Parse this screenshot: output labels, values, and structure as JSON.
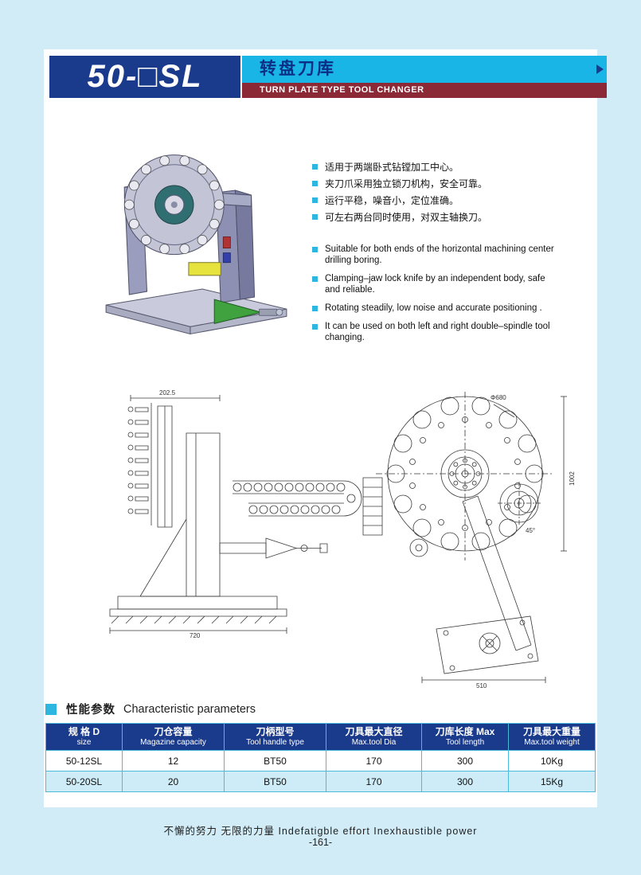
{
  "colors": {
    "page_background": "#d2ecf7",
    "navy": "#1a3a8c",
    "cyan": "#18b5e6",
    "maroon": "#8c2936",
    "table_row_alt": "#cdecf7",
    "table_border": "#4ab9da"
  },
  "header": {
    "model": "50-□SL",
    "title_cn": "转盘刀库",
    "title_en": "TURN PLATE TYPE TOOL CHANGER"
  },
  "features_cn": [
    "适用于两端卧式钻镗加工中心。",
    "夹刀爪采用独立锁刀机构，安全可靠。",
    "运行平稳，噪音小，定位准确。",
    "可左右两台同时使用，对双主轴换刀。"
  ],
  "features_en": [
    "Suitable for both ends of the horizontal machining center drilling boring.",
    "Clamping–jaw lock knife by an independent body, safe and reliable.",
    "Rotating steadily, low noise and accurate positioning .",
    "It can be used on both left and right double–spindle tool changing."
  ],
  "drawings": {
    "dims": [
      "202.5",
      "720",
      "Φ680",
      "1002",
      "45°",
      "510"
    ]
  },
  "section": {
    "title_cn": "性能参数",
    "title_en": "Characteristic parameters"
  },
  "table": {
    "headers": [
      {
        "cn": "规 格 D",
        "en": "size"
      },
      {
        "cn": "刀仓容量",
        "en": "Magazine capacity"
      },
      {
        "cn": "刀柄型号",
        "en": "Tool handle type"
      },
      {
        "cn": "刀具最大直径",
        "en": "Max.tool Dia"
      },
      {
        "cn": "刀库长度 Max",
        "en": "Tool length"
      },
      {
        "cn": "刀具最大重量",
        "en": "Max.tool weight"
      }
    ],
    "rows": [
      [
        "50-12SL",
        "12",
        "BT50",
        "170",
        "300",
        "10Kg"
      ],
      [
        "50-20SL",
        "20",
        "BT50",
        "170",
        "300",
        "15Kg"
      ]
    ]
  },
  "footer": {
    "slogan": "不懈的努力  无限的力量  Indefatigble effort  Inexhaustible power",
    "page_number": "-161-"
  }
}
